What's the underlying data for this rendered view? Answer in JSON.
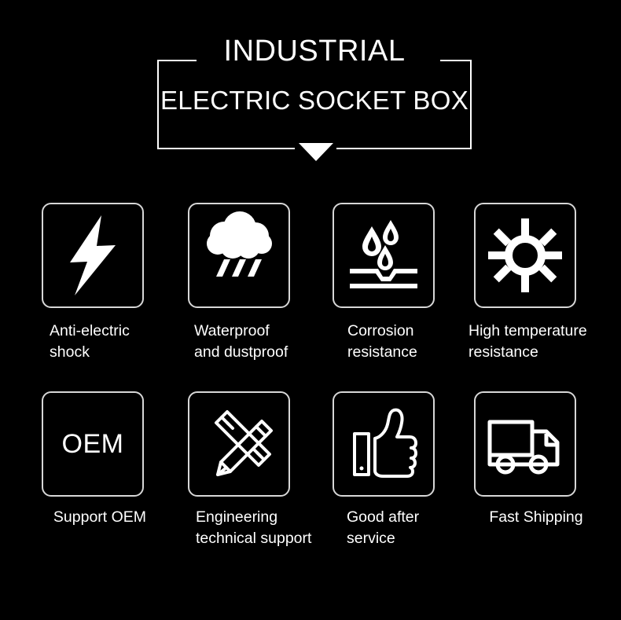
{
  "header": {
    "title_line_1": "INDUSTRIAL",
    "title_line_2": "ELECTRIC SOCKET BOX",
    "caret_icon": "triangle-down-icon",
    "frame_color": "#ffffff"
  },
  "theme": {
    "background": "#000000",
    "text": "#ffffff",
    "box_border": "#d7d7d7",
    "icon_fill": "#ffffff"
  },
  "features": {
    "rows": [
      {
        "cells": [
          {
            "icon": "lightning-bolt-icon",
            "label": "Anti-electric\nshock",
            "multiline": true
          },
          {
            "icon": "rain-cloud-icon",
            "label": "Waterproof\nand dustproof",
            "multiline": true
          },
          {
            "icon": "water-droplets-surface-icon",
            "label": "Corrosion\nresistance",
            "multiline": true
          },
          {
            "icon": "sun-icon",
            "label": "High temperature\nresistance",
            "multiline": true
          }
        ]
      },
      {
        "cells": [
          {
            "icon": "oem-text-icon",
            "icon_text": "OEM",
            "label": "Support OEM",
            "multiline": false
          },
          {
            "icon": "pencil-ruler-icon",
            "label": "Engineering\ntechnical support",
            "multiline": true
          },
          {
            "icon": "thumbs-up-icon",
            "label": "Good after\nservice",
            "multiline": true
          },
          {
            "icon": "delivery-truck-icon",
            "label": "Fast Shipping",
            "multiline": false
          }
        ]
      }
    ]
  }
}
